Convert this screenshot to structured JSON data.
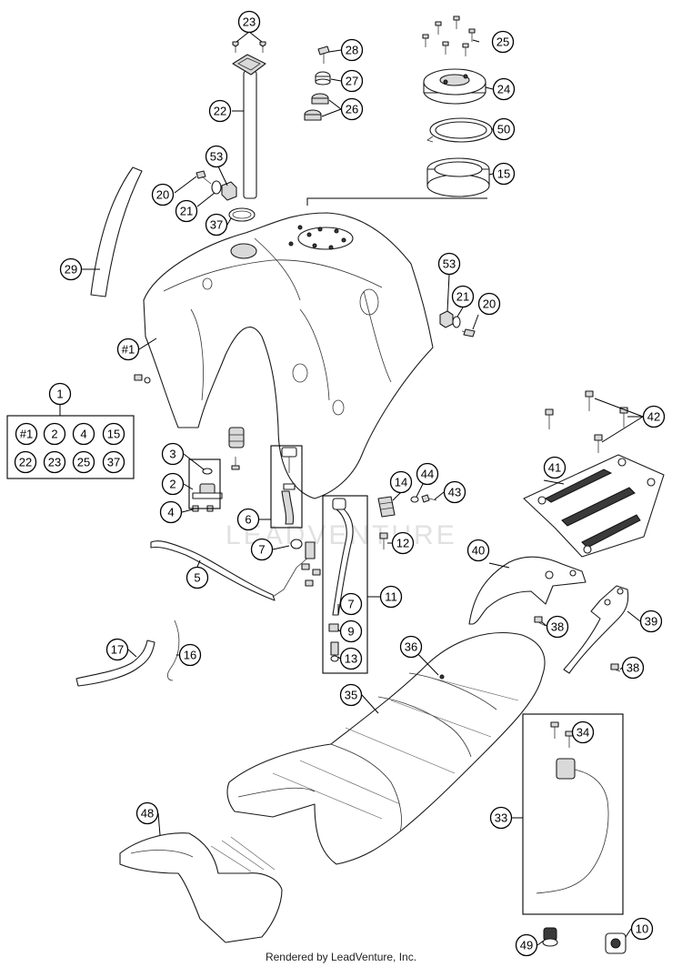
{
  "watermark": "LEADVENTURE",
  "footer_text": "Rendered by LeadVenture, Inc.",
  "kit_contents_header": "1",
  "kit_contents": [
    "#1",
    "2",
    "4",
    "15",
    "22",
    "23",
    "25",
    "37"
  ],
  "callouts": {
    "c23": "23",
    "c28": "28",
    "c25": "25",
    "c27": "27",
    "c22": "22",
    "c24": "24",
    "c26": "26",
    "c50": "50",
    "c53a": "53",
    "c15": "15",
    "c20a": "20",
    "c21a": "21",
    "c37": "37",
    "c29": "29",
    "c53b": "53",
    "c21b": "21",
    "c20b": "20",
    "c1tank": "#1",
    "c42": "42",
    "c3": "3",
    "c2": "2",
    "c4": "4",
    "c14": "14",
    "c44": "44",
    "c43": "43",
    "c41": "41",
    "c6": "6",
    "c7a": "7",
    "c12": "12",
    "c40": "40",
    "c5": "5",
    "c11": "11",
    "c7b": "7",
    "c9": "9",
    "c13": "13",
    "c38a": "38",
    "c39": "39",
    "c17": "17",
    "c16": "16",
    "c36": "36",
    "c38b": "38",
    "c35": "35",
    "c34": "34",
    "c48": "48",
    "c33": "33",
    "c10": "10",
    "c49": "49"
  }
}
